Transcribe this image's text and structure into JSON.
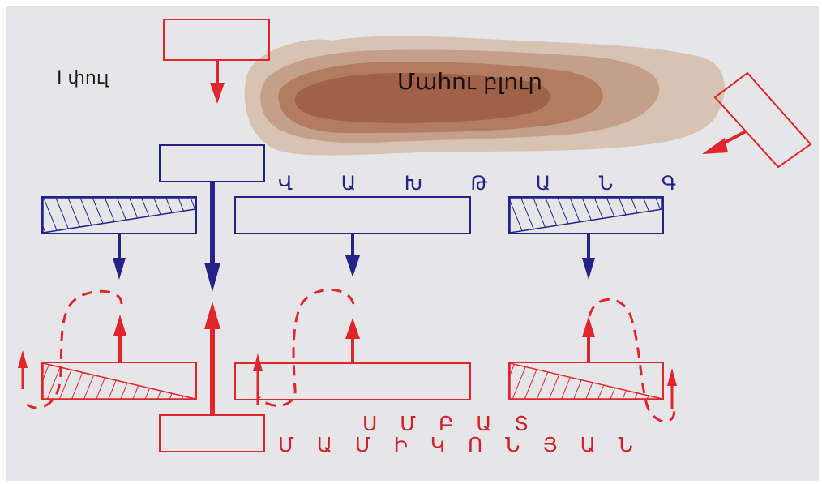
{
  "phase_label": "I փուլ",
  "blur_label": "Մահու բլուր",
  "blue_group_label": "Վ Ա Խ Թ Ա Ն Գ",
  "red_group_line1": "Ս Մ Բ Ա Տ",
  "red_group_line2": "Մ Ա Մ Ի Կ Ո Ն Յ Ա Ն",
  "colors": {
    "background": "#e6e6e8",
    "blue": "#23238a",
    "red": "#e0252d",
    "hill": "#b07a60"
  }
}
